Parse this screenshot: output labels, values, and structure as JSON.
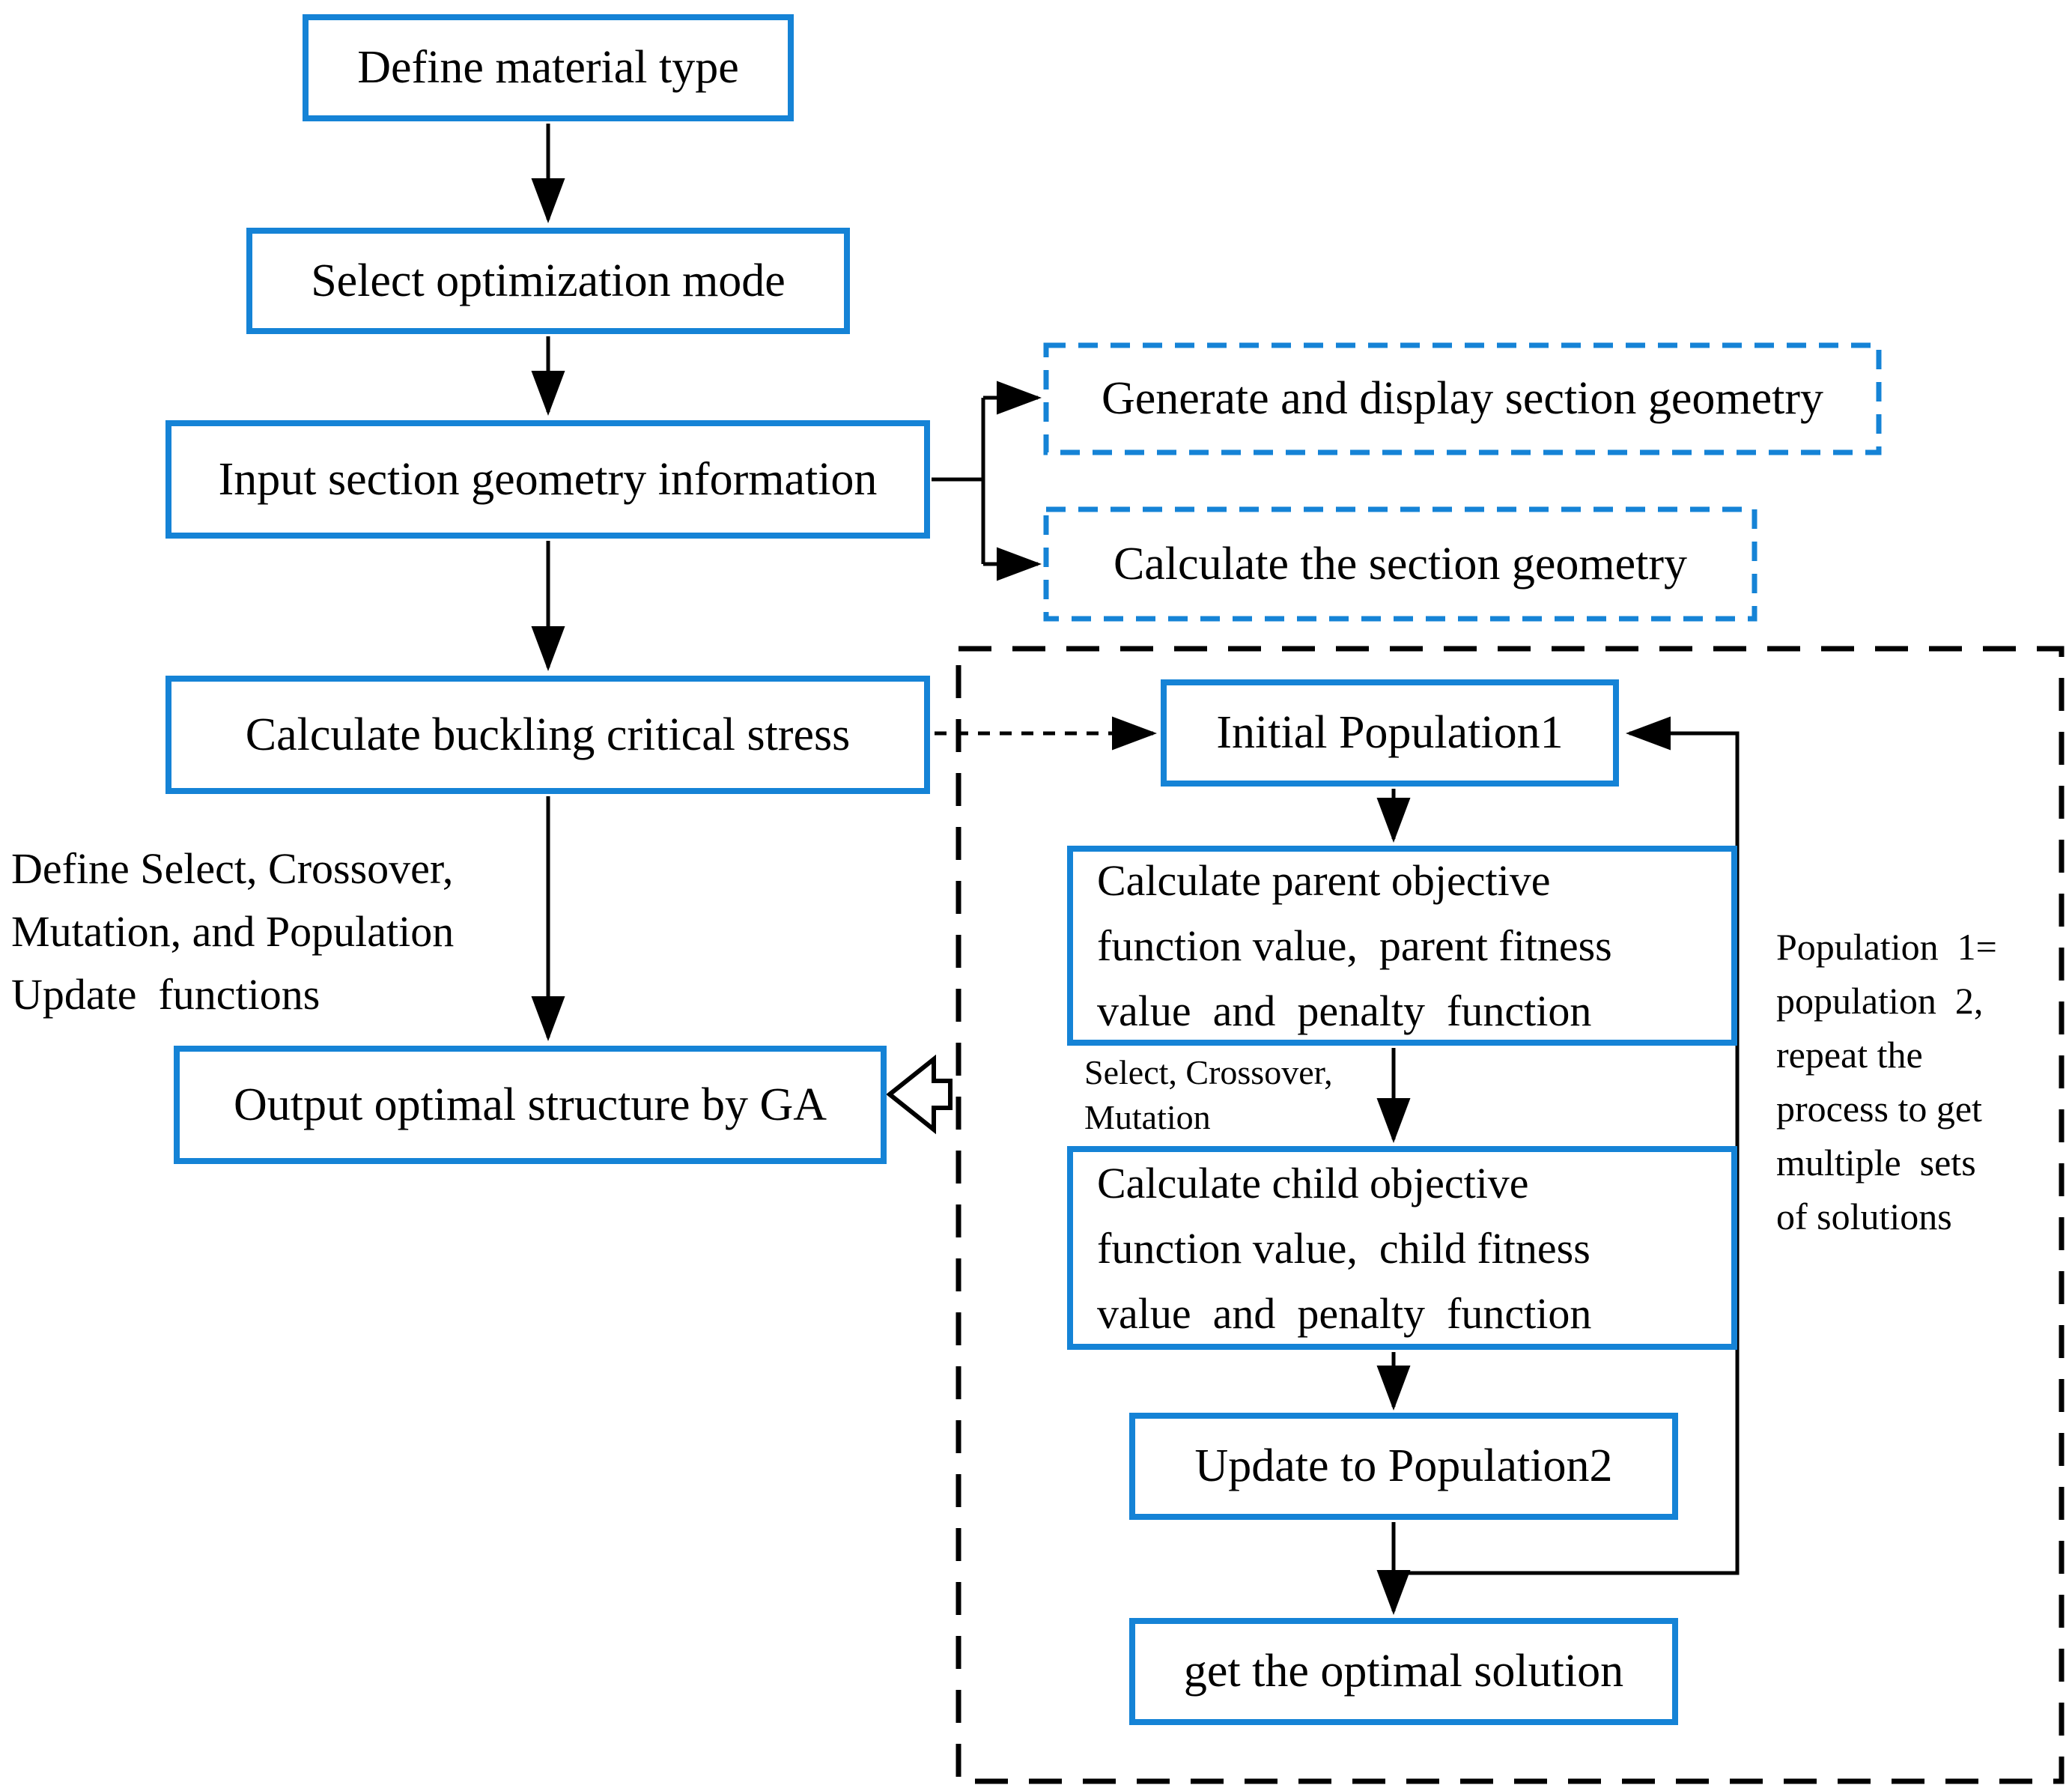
{
  "diagram": {
    "colors": {
      "box_border": "#1583d6",
      "line": "#000000",
      "text": "#000000"
    },
    "left_flow": {
      "define_material": "Define material type",
      "select_mode": "Select optimization mode",
      "input_geometry": "Input  section geometry information",
      "calc_buckling": "Calculate buckling critical stress",
      "ga_functions_note": "Define Select, Crossover,\nMutation, and Population\nUpdate  functions",
      "output_ga": "Output  optimal structure by GA"
    },
    "section_outputs": {
      "generate_display": "Generate and display section geometry",
      "calc_section": "Calculate the section geometry"
    },
    "ga_loop": {
      "initial_population": "Initial Population1",
      "parent_calc": "Calculate parent objective\nfunction value,  parent fitness\nvalue  and  penalty  function",
      "operators_label": "Select, Crossover,\nMutation",
      "child_calc": "Calculate child objective\nfunction value,  child fitness\nvalue  and  penalty  function",
      "update_population": "Update to Population2",
      "optimal_solution": "get the optimal solution",
      "repeat_note": "Population  1=\npopulation  2,\nrepeat the\nprocess to get\nmultiple  sets\nof solutions"
    }
  }
}
